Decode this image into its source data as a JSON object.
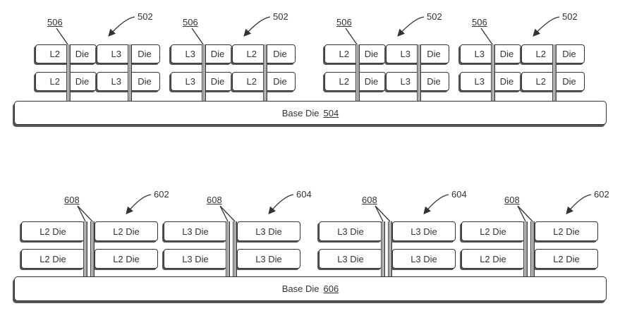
{
  "figure_top": {
    "base_die": {
      "label": "Base Die",
      "ref": "504"
    },
    "bridge_ref": "506",
    "group_ref": "502",
    "groups": [
      {
        "rows": [
          [
            "L2",
            "Die",
            "L3",
            "Die"
          ],
          [
            "L2",
            "Die",
            "L3",
            "Die"
          ]
        ]
      },
      {
        "rows": [
          [
            "L3",
            "Die",
            "L2",
            "Die"
          ],
          [
            "L3",
            "Die",
            "L2",
            "Die"
          ]
        ]
      },
      {
        "rows": [
          [
            "L2",
            "Die",
            "L3",
            "Die"
          ],
          [
            "L2",
            "Die",
            "L3",
            "Die"
          ]
        ]
      },
      {
        "rows": [
          [
            "L3",
            "Die",
            "L2",
            "Die"
          ],
          [
            "L3",
            "Die",
            "L2",
            "Die"
          ]
        ]
      }
    ]
  },
  "figure_bottom": {
    "base_die": {
      "label": "Base Die",
      "ref": "606"
    },
    "bridge_ref": "608",
    "groups": [
      {
        "ref": "602",
        "rows": [
          [
            "L2 Die",
            "L2 Die"
          ],
          [
            "L2 Die",
            "L2 Die"
          ]
        ]
      },
      {
        "ref": "604",
        "rows": [
          [
            "L3 Die",
            "L3 Die"
          ],
          [
            "L3 Die",
            "L3 Die"
          ]
        ]
      },
      {
        "ref": "604",
        "rows": [
          [
            "L3 Die",
            "L3 Die"
          ],
          [
            "L3 Die",
            "L3 Die"
          ]
        ]
      },
      {
        "ref": "602",
        "rows": [
          [
            "L2 Die",
            "L2 Die"
          ],
          [
            "L2 Die",
            "L2 Die"
          ]
        ]
      }
    ]
  }
}
